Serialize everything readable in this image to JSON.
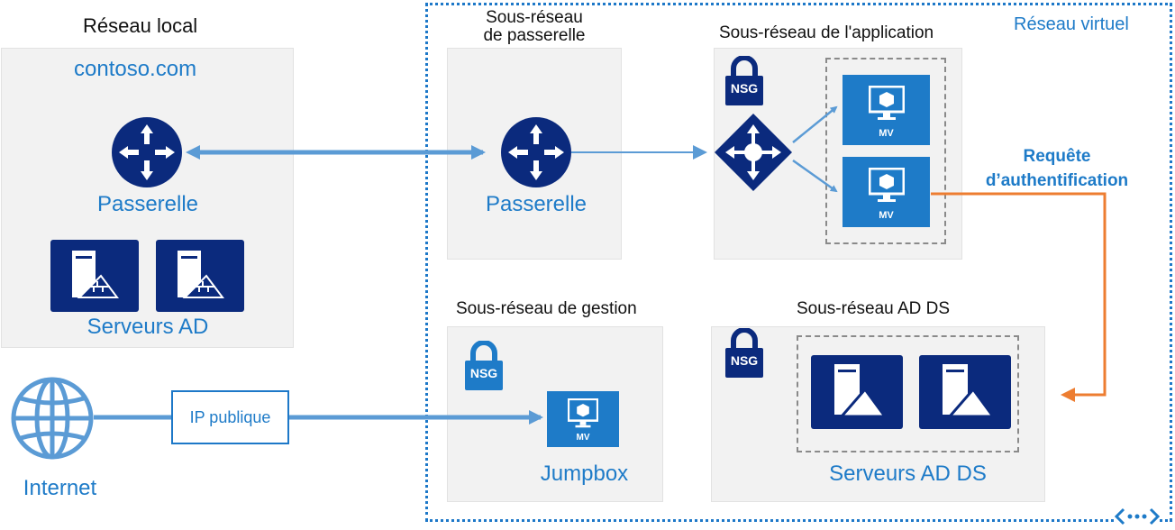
{
  "labels": {
    "local_network": "Réseau local",
    "domain": "contoso.com",
    "local_gateway": "Passerelle",
    "local_ad_servers": "Serveurs AD",
    "internet": "Internet",
    "public_ip": "IP publique",
    "virtual_network": "Réseau virtuel",
    "gateway_subnet_line1": "Sous-réseau",
    "gateway_subnet_line2": "de passerelle",
    "vnet_gateway": "Passerelle",
    "app_subnet": "Sous-réseau de l'application",
    "auth_request_line1": "Requête",
    "auth_request_line2": "d’authentification",
    "mgmt_subnet": "Sous-réseau de gestion",
    "jumpbox": "Jumpbox",
    "adds_subnet": "Sous-réseau AD DS",
    "adds_servers": "Serveurs AD DS"
  },
  "badges": {
    "nsg": "NSG",
    "vm": "MV"
  },
  "icons": {
    "router": "router-icon",
    "load_balancer": "load-balancer-icon",
    "lock": "lock-icon",
    "vm": "virtual-machine-icon",
    "server": "server-icon",
    "globe": "globe-icon",
    "vnet": "vnet-icon"
  },
  "colors": {
    "azure_blue": "#1e7bc8",
    "navy": "#0b2a7d",
    "connector": "#5b9bd5",
    "auth_arrow": "#ed7d31",
    "panel": "#f2f2f2"
  }
}
